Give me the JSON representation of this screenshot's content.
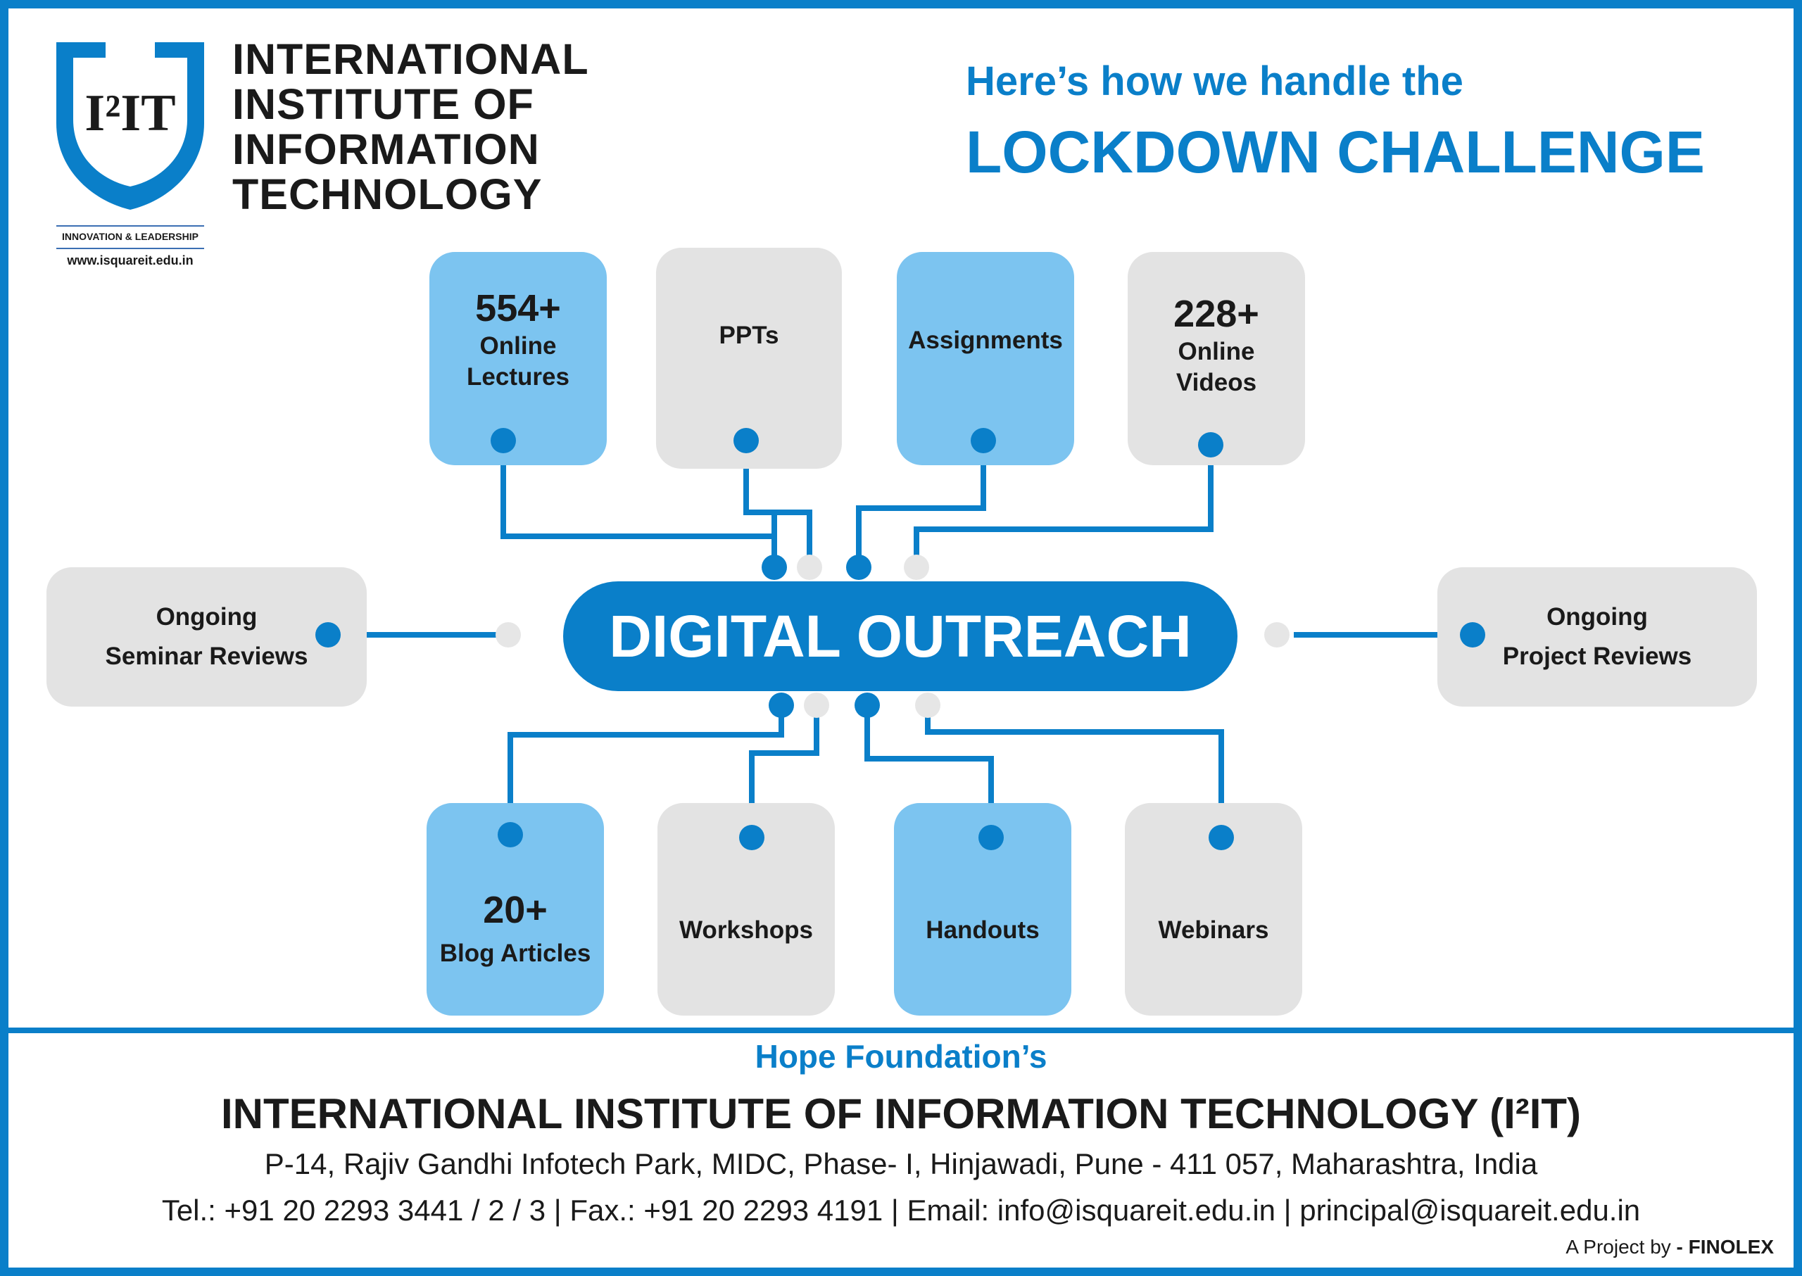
{
  "logo": {
    "mark": "I²IT",
    "name_lines": [
      "INTERNATIONAL",
      "INSTITUTE  OF",
      "INFORMATION",
      "TECHNOLOGY"
    ],
    "tagline": "INNOVATION & LEADERSHIP",
    "website": "www.isquareit.edu.in"
  },
  "header": {
    "subtitle": "Here’s how we handle the",
    "title": "LOCKDOWN CHALLENGE"
  },
  "hub": {
    "label": "DIGITAL OUTREACH"
  },
  "top_cards": [
    {
      "count": "554+",
      "label_lines": [
        "Online",
        "Lectures"
      ],
      "color": "blue"
    },
    {
      "count": "",
      "label_lines": [
        "PPTs"
      ],
      "color": "grey"
    },
    {
      "count": "",
      "label_lines": [
        "Assignments"
      ],
      "color": "blue"
    },
    {
      "count": "228+",
      "label_lines": [
        "Online",
        "Videos"
      ],
      "color": "grey"
    }
  ],
  "side_cards": [
    {
      "label_lines": [
        "Ongoing",
        "Seminar Reviews"
      ],
      "color": "grey"
    },
    {
      "label_lines": [
        "Ongoing",
        "Project Reviews"
      ],
      "color": "grey"
    }
  ],
  "bottom_cards": [
    {
      "count": "20+",
      "label_lines": [
        "Blog Articles"
      ],
      "color": "blue"
    },
    {
      "count": "",
      "label_lines": [
        "Workshops"
      ],
      "color": "grey"
    },
    {
      "count": "",
      "label_lines": [
        "Handouts"
      ],
      "color": "blue"
    },
    {
      "count": "",
      "label_lines": [
        "Webinars"
      ],
      "color": "grey"
    }
  ],
  "footer": {
    "org": "Hope Foundation’s",
    "name": "INTERNATIONAL INSTITUTE OF INFORMATION TECHNOLOGY (I²IT)",
    "address": "P-14, Rajiv Gandhi Infotech Park, MIDC, Phase- I,  Hinjawadi, Pune - 411 057, Maharashtra, India",
    "contact": "Tel.: +91 20 2293 3441 / 2 / 3 | Fax.: +91 20 2293 4191 | Email: info@isquareit.edu.in | principal@isquareit.edu.in",
    "project_prefix": "A Project by",
    "project_name": "- FINOLEX"
  },
  "colors": {
    "brand_blue": "#0a7fc9",
    "card_blue": "#7cc4f0",
    "card_grey": "#e3e3e3",
    "dot_grey": "#e6e6e6"
  }
}
